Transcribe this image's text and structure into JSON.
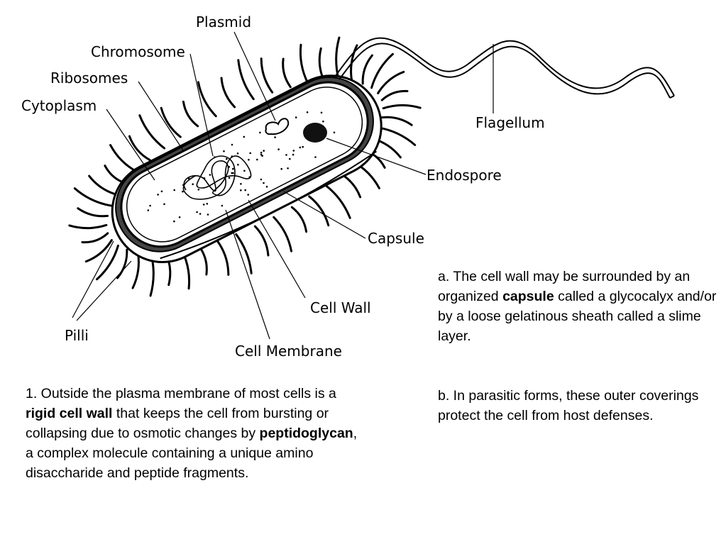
{
  "diagram": {
    "labels": {
      "plasmid": "Plasmid",
      "chromosome": "Chromosome",
      "ribosomes": "Ribosomes",
      "cytoplasm": "Cytoplasm",
      "flagellum": "Flagellum",
      "endospore": "Endospore",
      "capsule": "Capsule",
      "cell_wall": "Cell Wall",
      "cell_membrane": "Cell Membrane",
      "pilli": "Pilli"
    }
  },
  "notes": {
    "a": {
      "prefix": "a. The cell wall may be surrounded by an organized ",
      "bold": "capsule",
      "suffix": " called a glycocalyx and/or by a loose gelatinous sheath called a slime layer."
    },
    "b": {
      "text": "b. In parasitic forms, these outer coverings protect the cell from host defenses."
    },
    "one": {
      "part1": "1. Outside the plasma membrane of most cells is a ",
      "bold1": "rigid cell wall",
      "part2": " that keeps the cell from bursting or collapsing due to osmotic changes by ",
      "bold2": "peptidoglycan",
      "part3": ", a complex molecule containing a unique amino disaccharide and peptide fragments."
    }
  }
}
